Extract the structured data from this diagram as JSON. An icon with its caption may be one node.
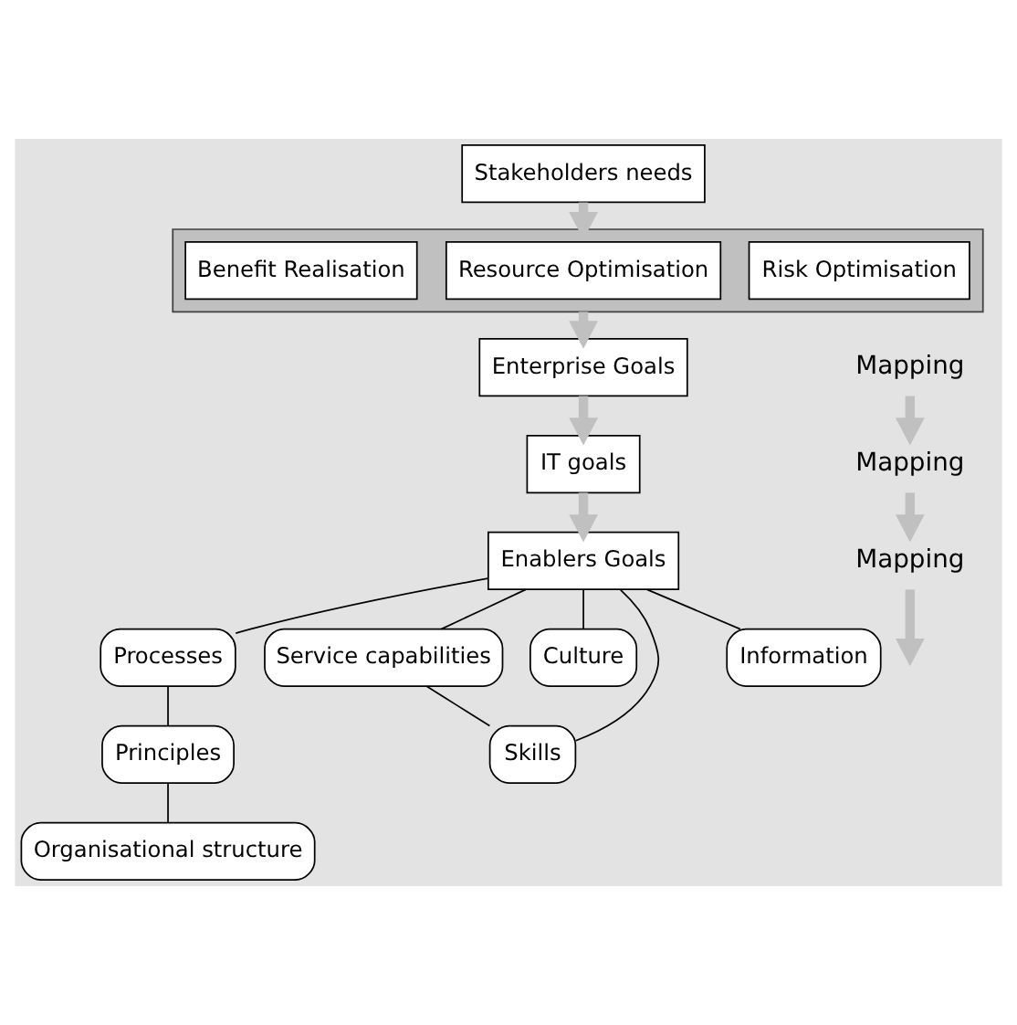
{
  "diagram": {
    "nodes": [
      {
        "text": [
          "Stakeholders needs"
        ]
      },
      {
        "text": [],
        "shape": "box"
      },
      {
        "text": [
          "Benefit Realisation"
        ],
        "in": 1
      },
      {
        "text": [
          "Resource Optimisation"
        ],
        "in": 1
      },
      {
        "text": [
          "Risk Optimisation"
        ],
        "in": 1
      },
      {
        "text": [
          "Enterprise Goals"
        ]
      },
      {
        "text": [
          "IT goals"
        ]
      },
      {
        "text": [
          "Enablers Goals"
        ]
      },
      {
        "text": [
          "Service capabilities"
        ]
      },
      {
        "text": [
          "Processes"
        ]
      },
      {
        "text": [
          "Culture"
        ]
      },
      {
        "text": [
          "Skills"
        ]
      },
      {
        "text": [
          "Principles"
        ]
      },
      {
        "text": [
          "Information"
        ]
      },
      {
        "text": [
          "Organisational structure"
        ]
      },
      {
        "text": [
          "Mapping"
        ]
      },
      {
        "text": [
          "Mapping"
        ]
      },
      {
        "text": [
          "Mapping"
        ]
      }
    ],
    "edges": [
      {
        "from": 0,
        "to": 1,
        "arrow": "to",
        "style": "thick",
        "color": "#c0c0c0"
      },
      {
        "from": 1,
        "to": 5,
        "arrow": "to",
        "style": "thick",
        "color": "#c0c0c0"
      },
      {
        "from": 5,
        "to": 6,
        "arrow": "to",
        "style": "thick",
        "color": "#c0c0c0"
      },
      {
        "from": 6,
        "to": 7,
        "arrow": "to",
        "style": "thick",
        "color": "#c0c0c0"
      },
      {
        "from": 7,
        "to": 8,
        "arrow": "none"
      },
      {
        "from": 7,
        "to": 11,
        "arrow": "none"
      },
      {
        "from": 8,
        "to": 11,
        "arrow": "none"
      },
      {
        "from": 7,
        "to": 9,
        "arrow": "none"
      },
      {
        "from": 9,
        "to": 12,
        "arrow": "none"
      },
      {
        "from": 12,
        "to": 14,
        "arrow": "none"
      },
      {
        "from": 7,
        "to": 10,
        "arrow": "none"
      },
      {
        "from": 7,
        "to": 13,
        "arrow": "none"
      },
      {
        "from": 15,
        "to": 16,
        "arrow": "to",
        "style": "thick",
        "color": "#c0c0c0"
      },
      {
        "from": 16,
        "to": 17,
        "arrow": "to",
        "style": "thick",
        "color": "#c0c0c0"
      },
      {
        "from": 17,
        "to": null,
        "arrow": "to",
        "style": "thick",
        "color": "#c0c0c0"
      }
    ]
  }
}
